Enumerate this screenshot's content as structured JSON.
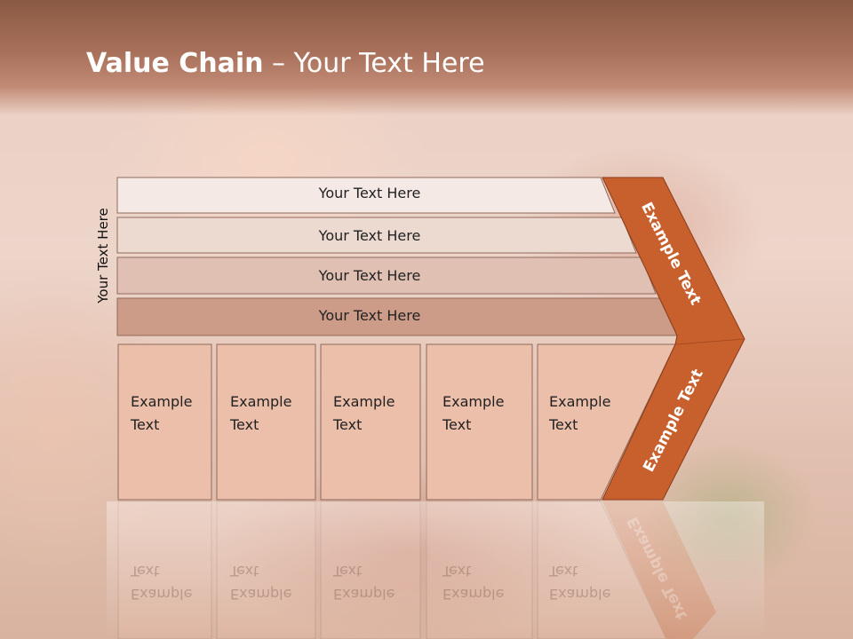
{
  "title": {
    "bold": "Value Chain",
    "rest": " – Your Text Here"
  },
  "side_label": "Your Text Here",
  "bars": [
    {
      "label": "Your Text Here",
      "fill": "#f4e9e5"
    },
    {
      "label": "Your Text Here",
      "fill": "#ecd9d0"
    },
    {
      "label": "Your Text Here",
      "fill": "#e0c0b2"
    },
    {
      "label": "Your Text Here",
      "fill": "#cc9c88"
    }
  ],
  "columns": [
    {
      "label": "Example\nText"
    },
    {
      "label": "Example\nText"
    },
    {
      "label": "Example\nText"
    },
    {
      "label": "Example\nText"
    },
    {
      "label": "Example\nText"
    }
  ],
  "chevron": {
    "top_label": "Example Text",
    "bottom_label": "Example Text",
    "color": "#c8602e"
  },
  "colors": {
    "column_fill": "#ebbfaa",
    "border": "#8f6a5c"
  }
}
